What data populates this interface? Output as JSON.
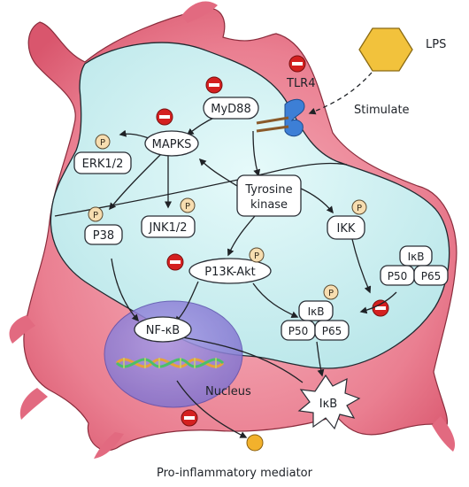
{
  "labels": {
    "lps": "LPS",
    "stimulate": "Stimulate",
    "tlr4": "TLR4",
    "myd88": "MyD88",
    "mapks": "MAPKS",
    "erk": "ERK1/2",
    "p38": "P38",
    "jnk": "JNK1/2",
    "tyrosine_line1": "Tyrosine",
    "tyrosine_line2": "kinase",
    "ikk": "IKK",
    "pi3k": "P13K-Akt",
    "ikb_top": "IκB",
    "p50_top": "P50",
    "p65_top": "P65",
    "ikb_mid": "IκB",
    "p50_mid": "P50",
    "p65_mid": "P65",
    "nfkb": "NF-κB",
    "nucleus": "Nucleus",
    "ikb_burst": "IκB",
    "mediator": "Pro-inflammatory mediator",
    "phospho": "P"
  },
  "colors": {
    "cell_outer": "#e4677e",
    "cell_inner": "#f3a0ad",
    "cytoplasm": "#cdeff0",
    "nucleus": "#8c7fd6",
    "lps": "#f2c23c",
    "receptor": "#3d7fd6",
    "inhibit": "#d42020",
    "mediator": "#f2b12c"
  }
}
